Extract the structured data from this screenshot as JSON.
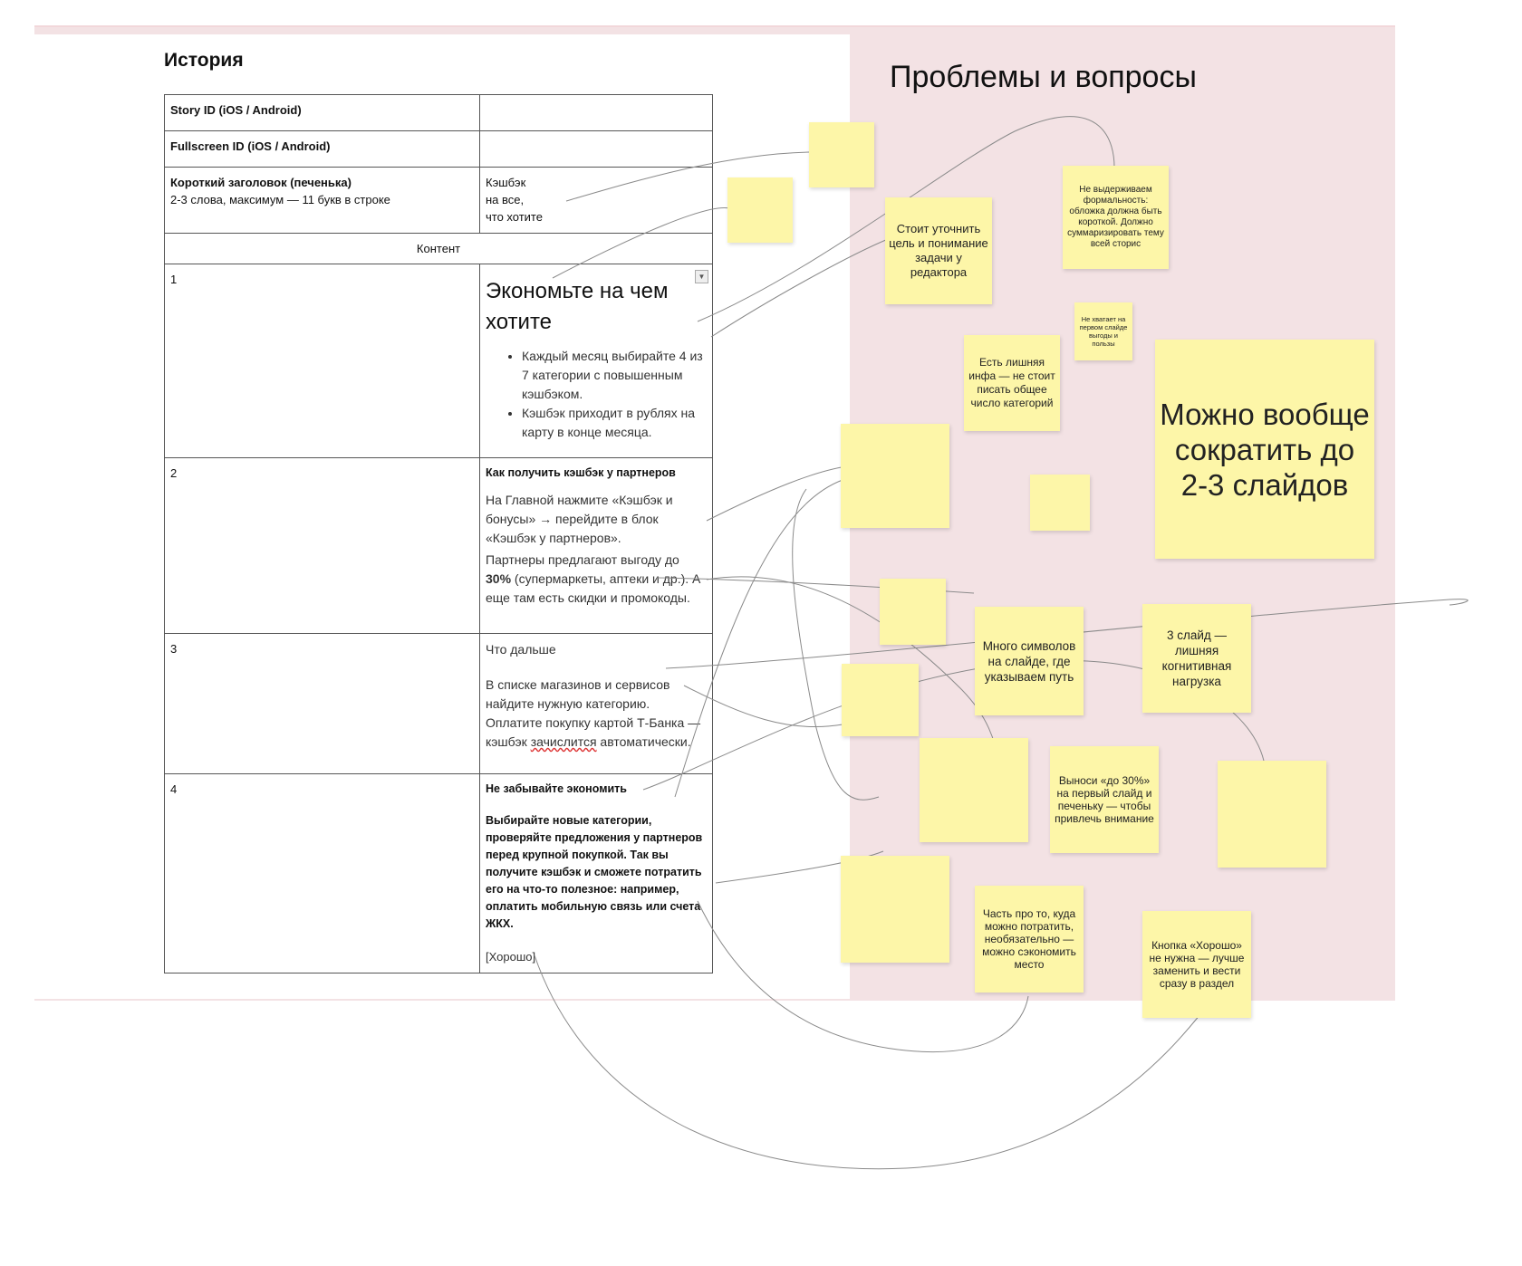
{
  "document": {
    "title": "История",
    "rows": {
      "story_id": {
        "label": "Story ID (iOS / Android)",
        "value": ""
      },
      "fullscreen_id": {
        "label": "Fullscreen ID (iOS / Android)",
        "value": ""
      },
      "short_title": {
        "label": "Короткий заголовок (печенька)",
        "hint": "2-3 слова, максимум — 11 букв в строке",
        "value": "Кэшбэк\nна все,\nчто хотите"
      },
      "content_header": "Контент",
      "slides": [
        {
          "num": "1",
          "title": "Экономьте на чем хотите",
          "bullets": [
            "Каждый месяц выбирайте 4 из 7 категории с повышенным кэшбэком.",
            "Кэшбэк приходит в рублях на карту в конце месяца."
          ]
        },
        {
          "num": "2",
          "heading": "Как получить кэшбэк у партнеров",
          "p1": "На Главной нажмите «Кэшбэк и бонусы» → перейдите в блок «Кэшбэк у партнеров».",
          "p2_before": "Партнеры предлагают выгоду до ",
          "p2_bold": "30%",
          "p2_after": " (супермаркеты, аптеки и др.). А еще там есть скидки и промокоды."
        },
        {
          "num": "3",
          "heading": "Что дальше",
          "p1_before": "В списке магазинов и сервисов найдите нужную категорию. Оплатите покупку картой Т-Банка — кэшбэк ",
          "p1_underlined": "зачислится",
          "p1_after": " автоматически."
        },
        {
          "num": "4",
          "heading": "Не забывайте экономить",
          "p1": "Выбирайте новые категории, проверяйте предложения у партнеров перед крупной покупкой. Так вы получите кэшбэк и сможете потратить его на что-то полезное: например, оплатить мобильную связь или счета ЖКХ.",
          "button": "[Хорошо]"
        }
      ]
    }
  },
  "board": {
    "title": "Проблемы и вопросы",
    "stickies": [
      {
        "id": "tiny-1",
        "text": ""
      },
      {
        "id": "tiny-2",
        "text": ""
      },
      {
        "id": "clarify-goal",
        "text": "Стоит уточнить цель и понимание задачи у редактора"
      },
      {
        "id": "formality",
        "text": "Не выдерживаем формальность: обложка должна быть короткой. Должно суммаризировать тему всей сторис"
      },
      {
        "id": "first-slide-benefit",
        "text": "Не хватает на первом слайде выгоды и пользы"
      },
      {
        "id": "extra-info",
        "text": "Есть лишняя инфа — не стоит писать общее число категорий"
      },
      {
        "id": "shorten",
        "text": "Можно вообще сократить до 2-3 слайдов"
      },
      {
        "id": "second-slide-path",
        "text": ""
      },
      {
        "id": "tiny-center",
        "text": ""
      },
      {
        "id": "tiny-4",
        "text": ""
      },
      {
        "id": "many-symbols",
        "text": "Много символов на слайде, где указываем путь"
      },
      {
        "id": "slide3-cognitive",
        "text": "3 слайд — лишняя когнитивная нагрузка"
      },
      {
        "id": "tiny-5",
        "text": ""
      },
      {
        "id": "tiny-6",
        "text": ""
      },
      {
        "id": "move-30",
        "text": "Выноси «до 30%» на первый слайд и печеньку — чтобы привлечь внимание"
      },
      {
        "id": "tiny-7",
        "text": ""
      },
      {
        "id": "tiny-8",
        "text": ""
      },
      {
        "id": "part-about-spending",
        "text": "Часть про то, куда можно потратить, необязательно — можно сэкономить место"
      },
      {
        "id": "button-ok",
        "text": "Кнопка «Хорошо» не нужна — лучше заменить и вести сразу в раздел"
      }
    ]
  },
  "colors": {
    "board_bg": "#f3e2e4",
    "sticky": "#fdf6a8",
    "connector": "#8a8a8a"
  }
}
